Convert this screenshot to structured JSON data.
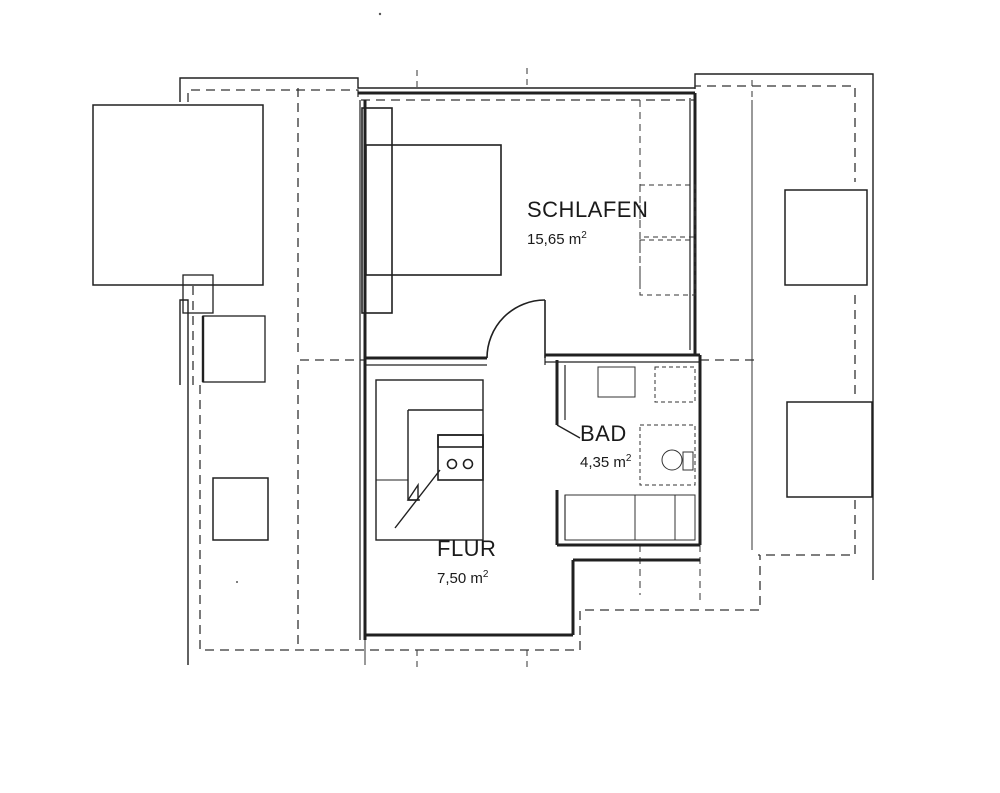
{
  "colors": {
    "ink": "#1a1a1a",
    "wall": "#202020",
    "dash": "#333333",
    "paper": "#ffffff"
  },
  "rooms": [
    {
      "id": "schlafen",
      "name": "SCHLAFEN",
      "area": "15,65",
      "unit": "m",
      "unit_sup": "2"
    },
    {
      "id": "bad",
      "name": "BAD",
      "area": "4,35",
      "unit": "m",
      "unit_sup": "2"
    },
    {
      "id": "flur",
      "name": "FLUR",
      "area": "7,50",
      "unit": "m",
      "unit_sup": "2"
    }
  ]
}
